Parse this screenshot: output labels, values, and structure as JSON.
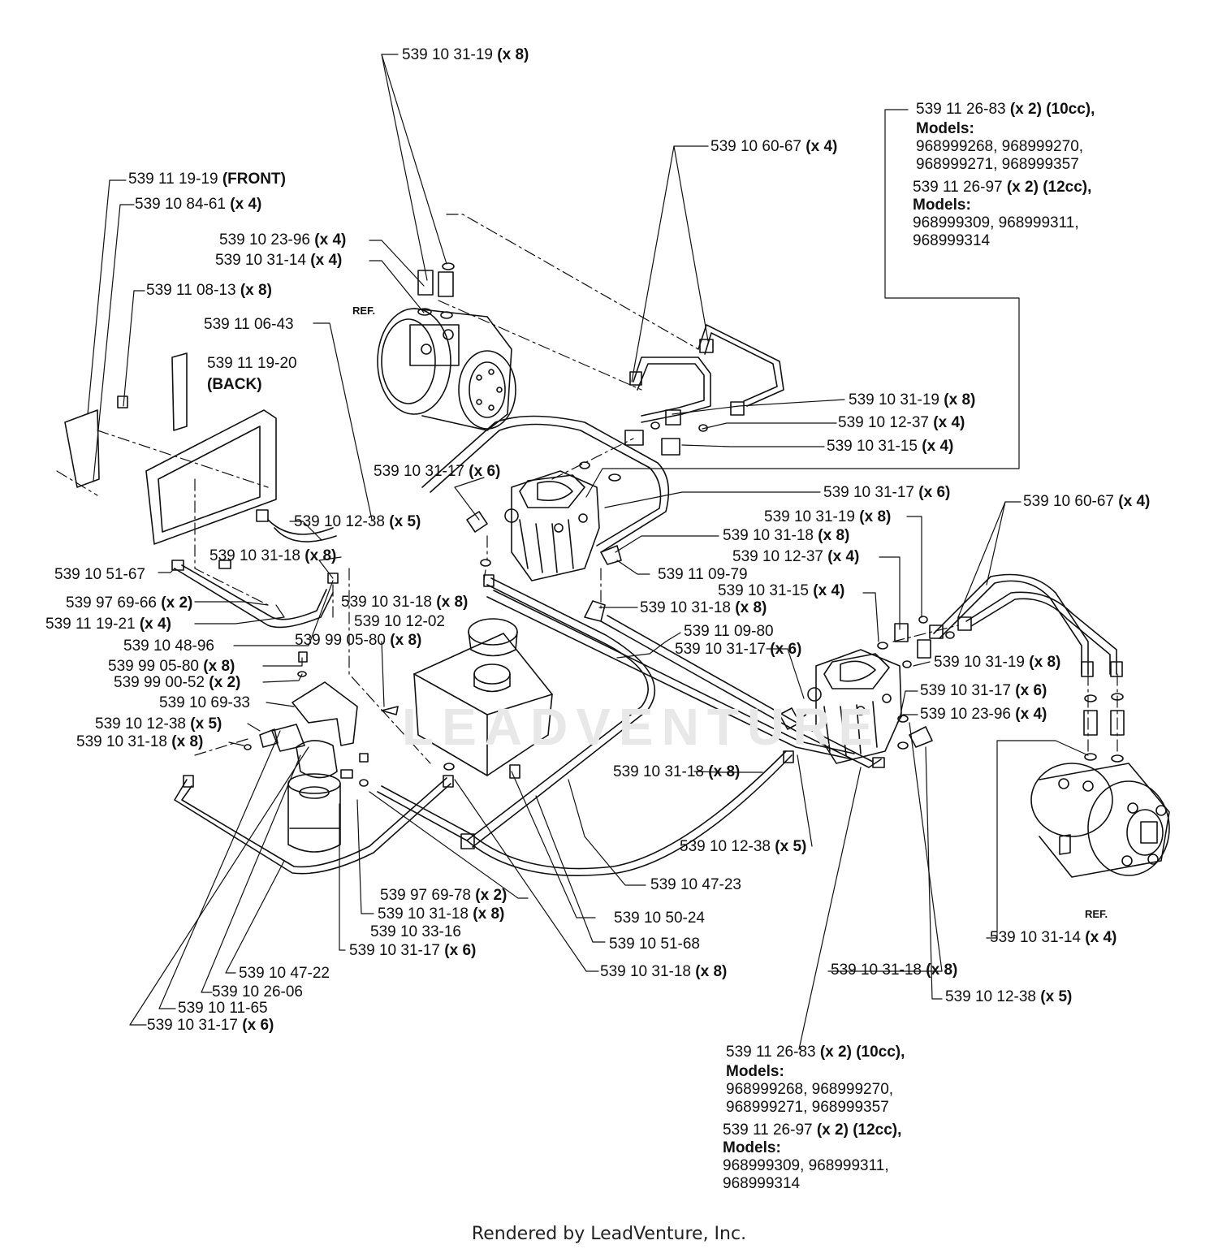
{
  "watermark": "LEADVENTURE",
  "footer": "Rendered by LeadVenture, Inc.",
  "labels": [
    {
      "id": "l01",
      "part": "539 10 31-19",
      "qty": "(x 8)"
    },
    {
      "id": "l02",
      "part": "539 10 60-67",
      "qty": "(x 4)"
    },
    {
      "id": "l03",
      "part": "539 11 19-19",
      "qty": "(FRONT)"
    },
    {
      "id": "l04",
      "part": "539 10 84-61",
      "qty": "(x 4)"
    },
    {
      "id": "l05",
      "part": "539 10 23-96",
      "qty": "(x 4)"
    },
    {
      "id": "l06",
      "part": "539 10 31-14",
      "qty": "(x 4)"
    },
    {
      "id": "l07",
      "part": "539 11 08-13",
      "qty": "(x 8)"
    },
    {
      "id": "l08",
      "part": "539 11 06-43",
      "qty": ""
    },
    {
      "id": "l09",
      "part": "539 11 19-20",
      "qty": ""
    },
    {
      "id": "l10",
      "part": "(BACK)",
      "qty": ""
    },
    {
      "id": "l11",
      "part": "539 10 31-19",
      "qty": "(x 8)"
    },
    {
      "id": "l12",
      "part": "539 10 12-37",
      "qty": "(x 4)"
    },
    {
      "id": "l13",
      "part": "539 10 31-15",
      "qty": "(x 4)"
    },
    {
      "id": "l14",
      "part": "539 10 31-17",
      "qty": "(x 6)"
    },
    {
      "id": "l15",
      "part": "539 10 31-17",
      "qty": "(x 6)"
    },
    {
      "id": "l16",
      "part": "539 10 60-67",
      "qty": "(x 4)"
    },
    {
      "id": "l17",
      "part": "539 10 31-19",
      "qty": "(x 8)"
    },
    {
      "id": "l18",
      "part": "539 10 12-38",
      "qty": "(x 5)"
    },
    {
      "id": "l19",
      "part": "539 10 31-18",
      "qty": "(x 8)"
    },
    {
      "id": "l20",
      "part": "539 10 12-37",
      "qty": "(x 4)"
    },
    {
      "id": "l21",
      "part": "539 10 31-18",
      "qty": "(x 8)"
    },
    {
      "id": "l22",
      "part": "539 10 51-67",
      "qty": ""
    },
    {
      "id": "l23",
      "part": "539 11 09-79",
      "qty": ""
    },
    {
      "id": "l24",
      "part": "539 10 31-15",
      "qty": "(x 4)"
    },
    {
      "id": "l25",
      "part": "539 97 69-66",
      "qty": "(x 2)"
    },
    {
      "id": "l26",
      "part": "539 10 31-18",
      "qty": "(x 8)"
    },
    {
      "id": "l27",
      "part": "539 10 31-18",
      "qty": "(x 8)"
    },
    {
      "id": "l28",
      "part": "539 11 19-21",
      "qty": "(x 4)"
    },
    {
      "id": "l29",
      "part": "539 10 12-02",
      "qty": ""
    },
    {
      "id": "l30",
      "part": "539 11 09-80",
      "qty": ""
    },
    {
      "id": "l31",
      "part": "539 10 48-96",
      "qty": ""
    },
    {
      "id": "l32",
      "part": "539 99 05-80",
      "qty": "(x 8)"
    },
    {
      "id": "l33",
      "part": "539 10 31-17",
      "qty": "(x 6)"
    },
    {
      "id": "l34",
      "part": "539 99 05-80",
      "qty": "(x 8)"
    },
    {
      "id": "l35",
      "part": "539 10 31-19",
      "qty": "(x 8)"
    },
    {
      "id": "l36",
      "part": "539 99 00-52",
      "qty": "(x 2)"
    },
    {
      "id": "l37",
      "part": "539 10 31-17",
      "qty": "(x 6)"
    },
    {
      "id": "l38",
      "part": "539 10 69-33",
      "qty": ""
    },
    {
      "id": "l39",
      "part": "539 10 23-96",
      "qty": "(x 4)"
    },
    {
      "id": "l40",
      "part": "539 10 12-38",
      "qty": "(x 5)"
    },
    {
      "id": "l41",
      "part": "539 10 31-18",
      "qty": "(x 8)"
    },
    {
      "id": "l42",
      "part": "539 10 31-18",
      "qty": "(x 8)"
    },
    {
      "id": "l43",
      "part": "539 10 12-38",
      "qty": "(x 5)"
    },
    {
      "id": "l44",
      "part": "539 10 47-23",
      "qty": ""
    },
    {
      "id": "l45",
      "part": "539 97 69-78",
      "qty": "(x 2)"
    },
    {
      "id": "l46",
      "part": "539 10 31-18",
      "qty": "(x 8)"
    },
    {
      "id": "l47",
      "part": "539 10 50-24",
      "qty": ""
    },
    {
      "id": "l48",
      "part": "539 10 33-16",
      "qty": ""
    },
    {
      "id": "l49",
      "part": "539 10 31-14",
      "qty": "(x 4)"
    },
    {
      "id": "l50",
      "part": "539 10 51-68",
      "qty": ""
    },
    {
      "id": "l51",
      "part": "539 10 31-17",
      "qty": "(x 6)"
    },
    {
      "id": "l52",
      "part": "539 10 31-18",
      "qty": "(x 8)"
    },
    {
      "id": "l53",
      "part": "539 10 31-18",
      "qty": "(x 8)"
    },
    {
      "id": "l54",
      "part": "539 10 47-22",
      "qty": ""
    },
    {
      "id": "l55",
      "part": "539 10 12-38",
      "qty": "(x 5)"
    },
    {
      "id": "l56",
      "part": "539 10 26-06",
      "qty": ""
    },
    {
      "id": "l57",
      "part": "539 10 11-65",
      "qty": ""
    },
    {
      "id": "l58",
      "part": "539 10 31-17",
      "qty": "(x 6)"
    }
  ],
  "ref_labels": [
    "REF.",
    "REF."
  ],
  "pump_block_top": {
    "line1_part": "539 11 26-83",
    "line1_qty": "(x 2) (10cc),",
    "models1_label": "Models:",
    "models1_a": "968999268, 968999270,",
    "models1_b": "968999271, 968999357",
    "line2_part": "539 11 26-97",
    "line2_qty": "(x 2) (12cc),",
    "models2_label": "Models:",
    "models2_a": "968999309, 968999311,",
    "models2_b": "968999314"
  },
  "pump_block_bottom": {
    "line1_part": "539 11 26-83",
    "line1_qty": "(x 2) (10cc),",
    "models1_label": "Models:",
    "models1_a": "968999268, 968999270,",
    "models1_b": "968999271, 968999357",
    "line2_part": "539 11 26-97",
    "line2_qty": "(x 2) (12cc),",
    "models2_label": "Models:",
    "models2_a": "968999309, 968999311,",
    "models2_b": "968999314"
  }
}
